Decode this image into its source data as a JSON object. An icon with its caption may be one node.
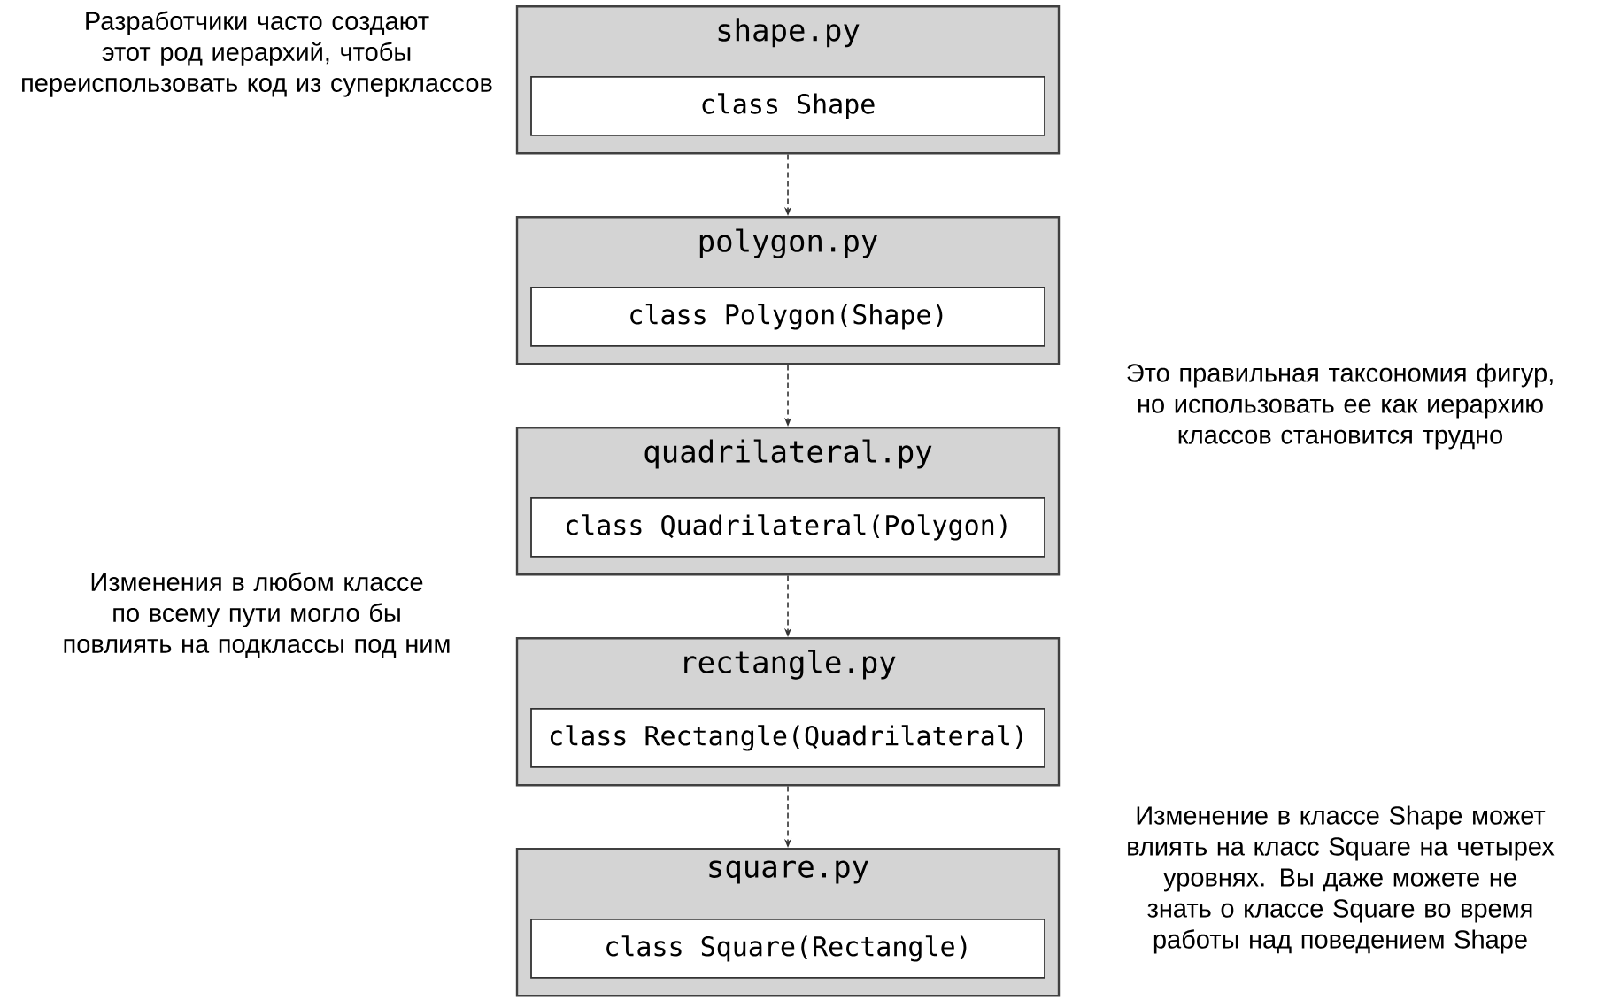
{
  "diagram": {
    "nodes": [
      {
        "text": [
          "shape.py"
        ]
      },
      {
        "text": [
          "class Shape"
        ],
        "in": 0
      },
      {
        "text": [
          "polygon.py"
        ]
      },
      {
        "text": [
          "class Polygon(Shape)"
        ],
        "in": 2
      },
      {
        "text": [
          "quadrilateral.py"
        ]
      },
      {
        "text": [
          "class Quadrilateral(Polygon)"
        ],
        "in": 4
      },
      {
        "text": [
          "rectangle.py"
        ]
      },
      {
        "text": [
          "class Rectangle(Quadrilateral)"
        ],
        "in": 6
      },
      {
        "text": [
          "square.py"
        ]
      },
      {
        "text": [
          "class Square(Rectangle)"
        ],
        "in": 8
      }
    ],
    "edges": [
      {
        "from": 0,
        "to": 2,
        "arrow": "to",
        "style": "dashed"
      },
      {
        "from": 2,
        "to": 4,
        "arrow": "to",
        "style": "dashed"
      },
      {
        "from": 4,
        "to": 6,
        "arrow": "to",
        "style": "dashed"
      },
      {
        "from": 6,
        "to": 8,
        "arrow": "to",
        "style": "dashed"
      }
    ],
    "labels": [
      "Разработчики часто создают этот род иерархий, чтобы переиспользовать код из суперклассов",
      "Это правильная таксономия фигур, но использовать ее как иерархию классов становится трудно",
      "Изменения в любом классе по всему пути могло бы повлиять на подклассы под ним",
      "Изменение в классе Shape может влиять на класс Square на четырех уровнях. Вы даже можете не знать о классе Square во время работы над поведением Shape"
    ]
  }
}
